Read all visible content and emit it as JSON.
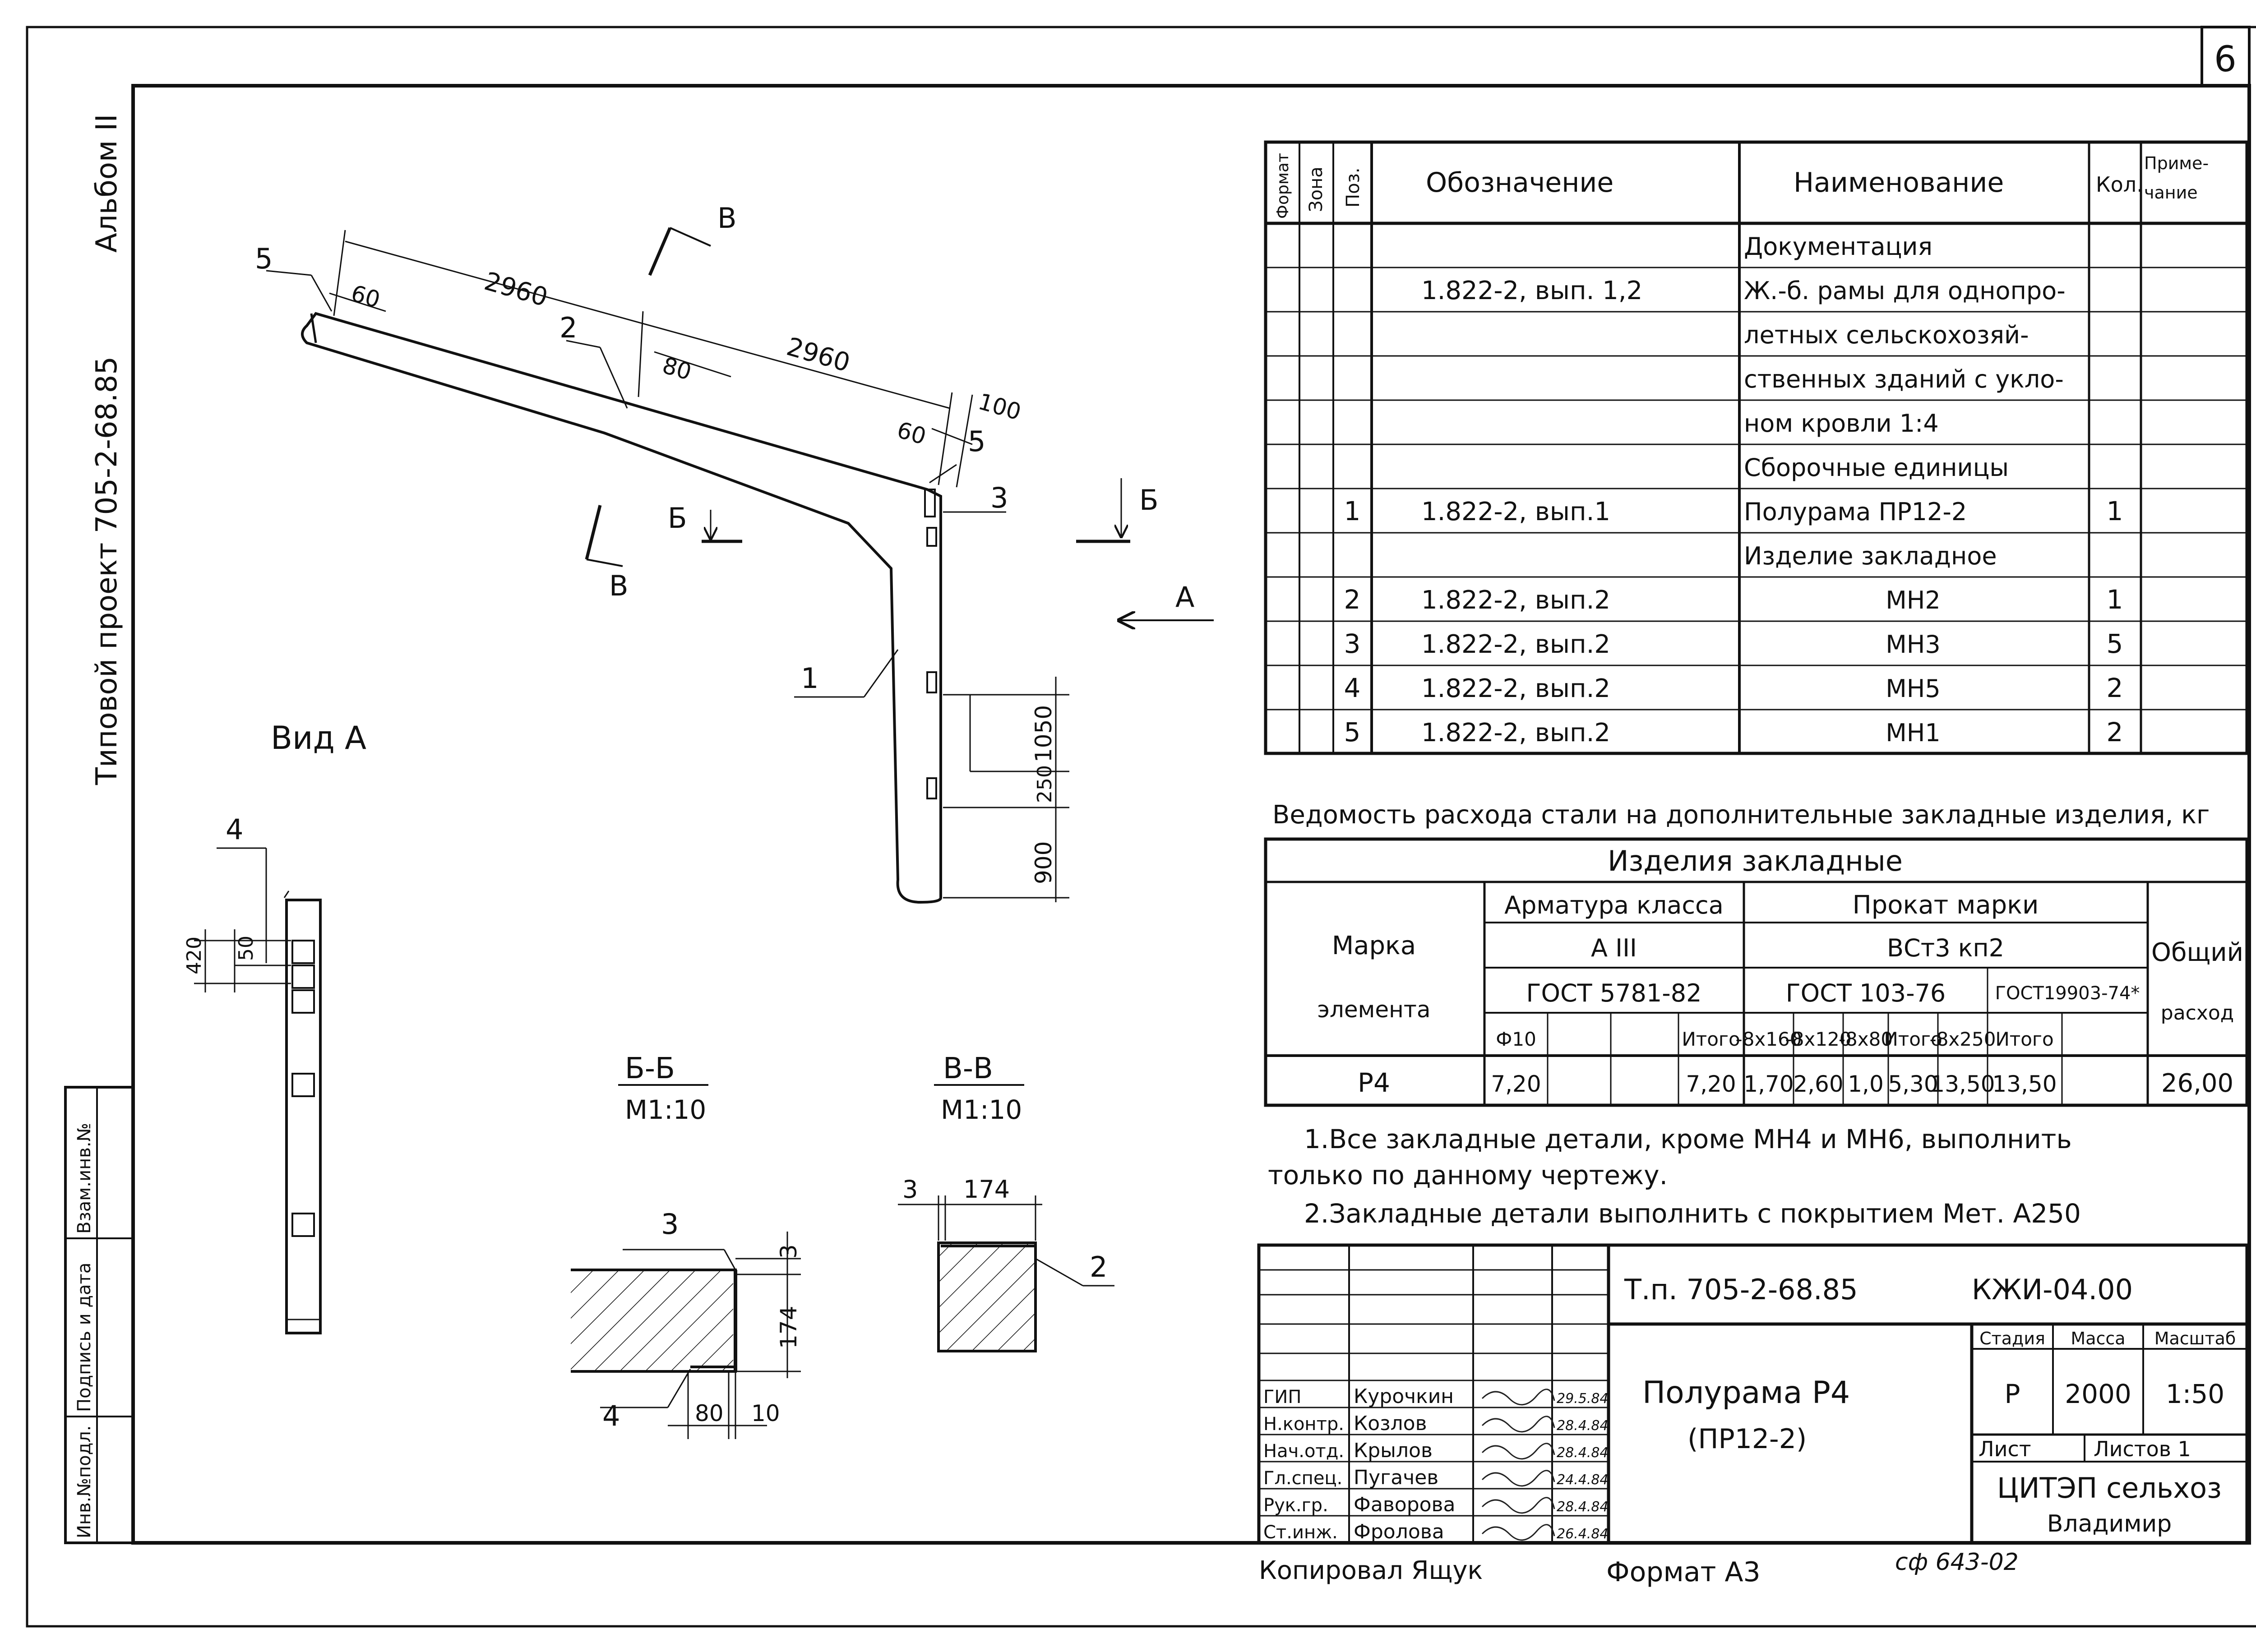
{
  "sheet": {
    "number": "6",
    "side_album": "Альбом II",
    "side_project": "Типовой проект 705-2-68.85",
    "left_strip": [
      "Инв.№подл.",
      "Подпись и дата",
      "Взам.инв.№"
    ]
  },
  "drawing": {
    "dims": {
      "d2960a": "2960",
      "d2960b": "2960",
      "d60a": "60",
      "d60b": "60",
      "d80": "80",
      "d100": "100",
      "d1050": "1050",
      "d250": "250",
      "d900": "900"
    },
    "callouts": {
      "c5a": "5",
      "c5b": "5",
      "c2": "2",
      "c3": "3",
      "c1": "1"
    },
    "sections": {
      "B": "B",
      "B2": "B",
      "Bb1": "Б",
      "Bb2": "Б",
      "A": "А"
    },
    "view_label": "Вид А",
    "view_a": {
      "d420": "420",
      "d50": "50",
      "c4": "4"
    },
    "section_bb": {
      "title": "Б-Б",
      "scale": "М1:10",
      "c3": "3",
      "c4": "4",
      "d3": "3",
      "d174": "174",
      "d80": "80",
      "d10": "10"
    },
    "section_vv": {
      "title": "В-В",
      "scale": "М1:10",
      "d3": "3",
      "d174": "174",
      "c2": "2"
    }
  },
  "spec": {
    "headers": {
      "format": "Формат",
      "zone": "Зона",
      "pos": "Поз.",
      "designation": "Обозначение",
      "name": "Наименование",
      "qty": "Кол.",
      "note": "Приме-чание"
    },
    "rows": [
      {
        "pos": "",
        "designation": "",
        "name": "Документация",
        "qty": ""
      },
      {
        "pos": "",
        "designation": "1.822-2, вып. 1,2",
        "name": "Ж.-б. рамы для однопро-",
        "qty": ""
      },
      {
        "pos": "",
        "designation": "",
        "name": "летных сельскохозяй-",
        "qty": ""
      },
      {
        "pos": "",
        "designation": "",
        "name": "ственных зданий с укло-",
        "qty": ""
      },
      {
        "pos": "",
        "designation": "",
        "name": "ном кровли 1:4",
        "qty": ""
      },
      {
        "pos": "",
        "designation": "",
        "name": "Сборочные единицы",
        "qty": ""
      },
      {
        "pos": "1",
        "designation": "1.822-2, вып.1",
        "name": "Полурама ПР12-2",
        "qty": "1"
      },
      {
        "pos": "",
        "designation": "",
        "name": "Изделие закладное",
        "qty": ""
      },
      {
        "pos": "2",
        "designation": "1.822-2, вып.2",
        "name": "МН2",
        "qty": "1"
      },
      {
        "pos": "3",
        "designation": "1.822-2, вып.2",
        "name": "МН3",
        "qty": "5"
      },
      {
        "pos": "4",
        "designation": "1.822-2, вып.2",
        "name": "МН5",
        "qty": "2"
      },
      {
        "pos": "5",
        "designation": "1.822-2, вып.2",
        "name": "МН1",
        "qty": "2"
      }
    ]
  },
  "steel": {
    "title": "Ведомость расхода стали на дополнительные закладные изделия, кг",
    "h_items": "Изделия закладные",
    "h_mark1": "Марка",
    "h_mark2": "элемента",
    "h_arm": "Арматура класса",
    "h_arm_class": "А III",
    "h_arm_gost": "ГОСТ 5781-82",
    "h_prokat": "Прокат марки",
    "h_prokat_grade": "ВСт3 кп2",
    "h_gost103": "ГОСТ 103-76",
    "h_gost19903": "ГОСТ19903-74*",
    "h_total1": "Общий",
    "h_total2": "расход",
    "subcols": [
      "Ф10",
      "",
      "",
      "Итого",
      "-8x160",
      "-8x120",
      "-8x80",
      "Итого",
      "-8x250",
      "Итого"
    ],
    "row": {
      "mark": "Р4",
      "vals": [
        "7,20",
        "",
        "",
        "7,20",
        "1,70",
        "2,60",
        "1,0",
        "5,30",
        "13,50",
        "13,50"
      ],
      "total": "26,00"
    }
  },
  "notes": [
    "1.Все закладные детали, кроме МН4 и МН6, выполнить",
    "только по данному чертежу.",
    "2.Закладные детали выполнить с покрытием Мет. А250"
  ],
  "stamp": {
    "tp": "Т.п. 705-2-68.85",
    "code": "КЖИ-04.00",
    "title1": "Полурама Р4",
    "title2": "(ПР12-2)",
    "h_stage": "Стадия",
    "h_mass": "Масса",
    "h_scale": "Масштаб",
    "stage": "Р",
    "mass": "2000",
    "scale": "1:50",
    "sheet_label": "Лист",
    "sheets_label": "Листов 1",
    "org1": "ЦИТЭП сельхоз",
    "org2": "Владимир",
    "people": [
      {
        "role": "ГИП",
        "name": "Курочкин",
        "date": "29.5.84"
      },
      {
        "role": "Н.контр.",
        "name": "Козлов",
        "date": "28.4.84"
      },
      {
        "role": "Нач.отд.",
        "name": "Крылов",
        "date": "28.4.84"
      },
      {
        "role": "Гл.спец.",
        "name": "Пугачев",
        "date": "24.4.84"
      },
      {
        "role": "Рук.гр.",
        "name": "Фаворова",
        "date": "28.4.84"
      },
      {
        "role": "Ст.инж.",
        "name": "Фролова",
        "date": "26.4.84"
      }
    ]
  },
  "footer": {
    "copied": "Копировал Ящук",
    "format": "Формат А3",
    "code": "сф 643-02"
  }
}
